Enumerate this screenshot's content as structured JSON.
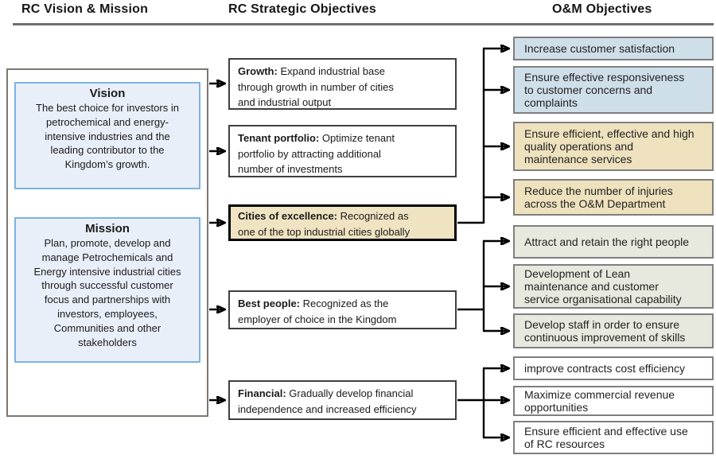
{
  "header": {
    "columns": [
      "RC Vision & Mission",
      "RC Strategic Objectives",
      "O&M Objectives"
    ]
  },
  "vision_mission": {
    "vision": {
      "title": "Vision",
      "body": "The best choice for investors in\npetrochemical and energy-\nintensive industries and the\nleading contributor to the\nKingdom’s growth."
    },
    "mission": {
      "title": "Mission",
      "body": "Plan, promote, develop and\nmanage Petrochemicals and\nEnergy intensive industrial cities\nthrough successful customer\nfocus and partnerships with\ninvestors, employees,\nCommunities and other\nstakeholders"
    }
  },
  "strategic": {
    "items": [
      {
        "label": "Growth:",
        "desc": " Expand industrial base\nthrough growth in number of cities\nand industrial output",
        "highlighted": false
      },
      {
        "label": "Tenant portfolio:",
        "desc": " Optimize tenant\nportfolio by attracting additional\nnumber of investments",
        "highlighted": false
      },
      {
        "label": "Cities of excellence:",
        "desc": " Recognized as\none of the top industrial cities globally",
        "highlighted": true
      },
      {
        "label": "Best people:",
        "desc": " Recognized as the\nemployer of choice in the Kingdom",
        "highlighted": false
      },
      {
        "label": "Financial:",
        "desc": " Gradually develop financial\nindependence and increased efficiency",
        "highlighted": false
      }
    ]
  },
  "om": {
    "items": [
      {
        "text": "Increase customer satisfaction",
        "category": "customer"
      },
      {
        "text": "Ensure effective responsiveness\nto customer concerns and\ncomplaints",
        "category": "customer"
      },
      {
        "text": "Ensure efficient, effective and high\nquality operations and\nmaintenance services",
        "category": "operations"
      },
      {
        "text": "Reduce the number of injuries\nacross the O&M Department",
        "category": "operations"
      },
      {
        "text": "Attract and retain the right people",
        "category": "people"
      },
      {
        "text": "Development of Lean\nmaintenance and customer\nservice organisational capability",
        "category": "people"
      },
      {
        "text": "Develop staff in order to ensure\ncontinuous improvement of skills",
        "category": "people"
      },
      {
        "text": "improve contracts cost efficiency",
        "category": "financial"
      },
      {
        "text": "Maximize commercial revenue\nopportunities",
        "category": "financial"
      },
      {
        "text": "Ensure efficient and effective use\nof RC resources",
        "category": "financial"
      }
    ]
  },
  "connections": [
    {
      "from": "Vision & Mission frame",
      "to": [
        "Growth",
        "Tenant portfolio",
        "Cities of excellence",
        "Best people",
        "Financial"
      ]
    },
    {
      "from": "Cities of excellence",
      "to": [
        "Increase customer satisfaction",
        "Ensure effective responsiveness to customer concerns and complaints",
        "Ensure efficient, effective and high quality operations and maintenance services",
        "Reduce the number of injuries across the O&M Department"
      ]
    },
    {
      "from": "Best people",
      "to": [
        "Attract and retain the right people",
        "Development of Lean maintenance and customer service organisational capability",
        "Develop staff in order to ensure continuous improvement of skills"
      ]
    },
    {
      "from": "Financial",
      "to": [
        "improve contracts cost efficiency",
        "Maximize commercial revenue opportunities",
        "Ensure efficient and effective use of RC resources"
      ]
    }
  ],
  "colors": {
    "vm_fill": "#e9eff8",
    "vm_border": "#7db3e0",
    "outer_frame_border": "#7e776e",
    "highlight_fill": "#f0e3c1",
    "om_customer_fill": "#cfdfea",
    "om_operations_fill": "#eee1bd",
    "om_people_fill": "#e7e9de",
    "om_financial_fill": "#ffffff",
    "connector": "#000000",
    "header_rule": "#6e6e6e"
  }
}
